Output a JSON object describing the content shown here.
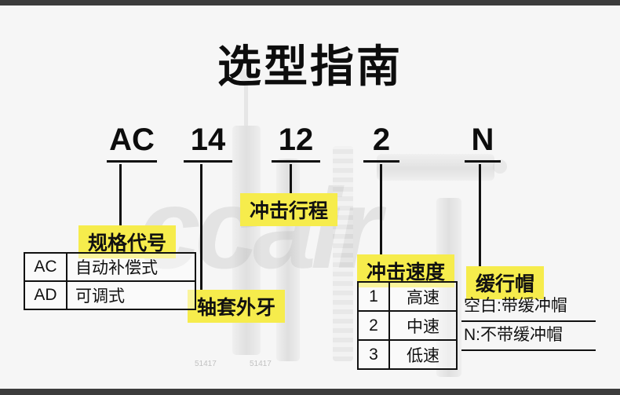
{
  "title": "选型指南",
  "model_code": {
    "segments": [
      "AC",
      "14",
      "12",
      "2",
      "N"
    ]
  },
  "callouts": {
    "spec_code": "规格代号",
    "bushing_thread": "轴套外牙",
    "impact_stroke": "冲击行程",
    "impact_speed": "冲击速度",
    "buffer_cap": "缓行帽"
  },
  "spec_table": {
    "rows": [
      {
        "code": "AC",
        "desc": "自动补偿式"
      },
      {
        "code": "AD",
        "desc": "可调式"
      }
    ]
  },
  "speed_table": {
    "rows": [
      {
        "code": "1",
        "desc": "高速"
      },
      {
        "code": "2",
        "desc": "中速"
      },
      {
        "code": "3",
        "desc": "低速"
      }
    ]
  },
  "buffer_cap_notes": {
    "rows": [
      "空白:带缓冲帽",
      "N:不带缓冲帽"
    ]
  },
  "watermark": {
    "brand": "ccair",
    "codes": [
      "51417",
      "51417"
    ]
  },
  "colors": {
    "highlight_yellow": "#f6ec4c",
    "line_black": "#111111",
    "frame_gray": "#3c3c3c",
    "background": "#f6f6f6"
  }
}
